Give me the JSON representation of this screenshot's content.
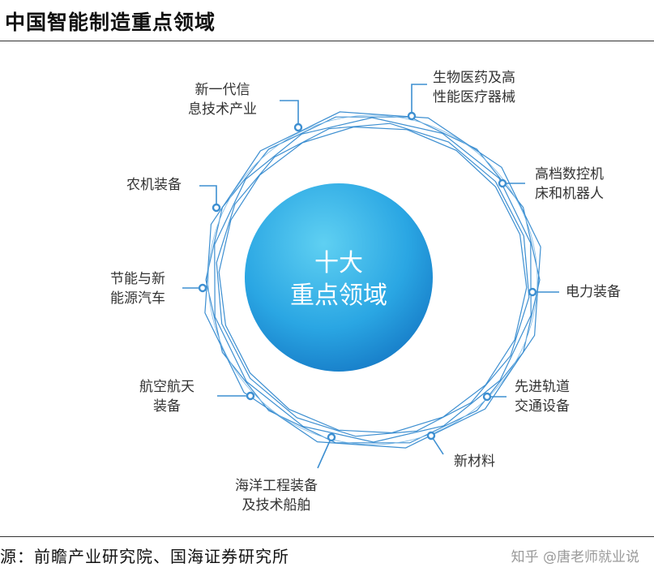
{
  "title": "中国智能制造重点领域",
  "center": {
    "line1": "十大",
    "line2": "重点领域"
  },
  "domains": [
    {
      "line1": "新一代信",
      "line2": "息技术产业"
    },
    {
      "line1": "生物医药及高",
      "line2": "性能医疗器械"
    },
    {
      "line1": "高档数控机",
      "line2": "床和机器人"
    },
    {
      "line1": "电力装备",
      "line2": ""
    },
    {
      "line1": "先进轨道",
      "line2": "交通设备"
    },
    {
      "line1": "新材料",
      "line2": ""
    },
    {
      "line1": "海洋工程装备",
      "line2": "及技术船舶"
    },
    {
      "line1": "航空航天",
      "line2": "装备"
    },
    {
      "line1": "节能与新",
      "line2": "能源汽车"
    },
    {
      "line1": "农机装备",
      "line2": ""
    }
  ],
  "source": "源：前瞻产业研究院、国海证券研究所",
  "watermark": "知乎 @唐老师就业说",
  "colors": {
    "accent": "#3d8fd1",
    "circle_outer": "#2b93d8",
    "circle_inner": "#47b8ea",
    "text": "#333333"
  }
}
